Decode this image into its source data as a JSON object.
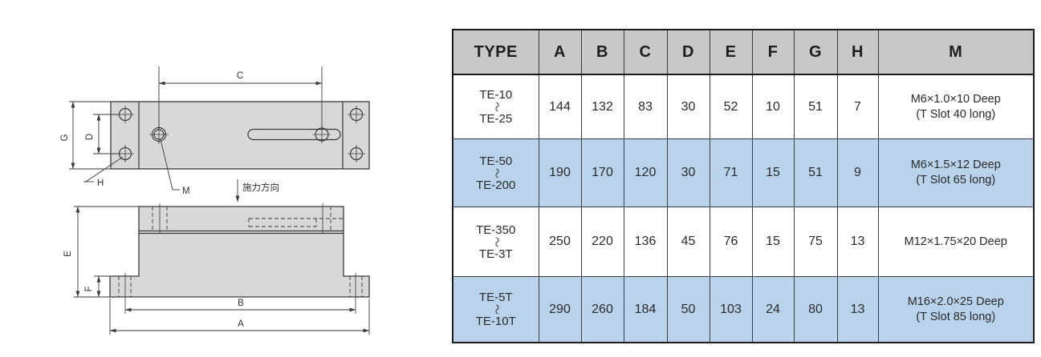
{
  "colors": {
    "row_highlight": "#bad3ec",
    "header_bg": "#c8c8c8",
    "part_fill": "#d7d8da",
    "line": "#3a3a3a"
  },
  "diagram": {
    "labels": {
      "A": "A",
      "B": "B",
      "C": "C",
      "D": "D",
      "E": "E",
      "F": "F",
      "G": "G",
      "H": "H",
      "M": "M",
      "force_direction": "施力方向"
    }
  },
  "table": {
    "tilde": "〜",
    "headers": [
      "TYPE",
      "A",
      "B",
      "C",
      "D",
      "E",
      "F",
      "G",
      "H",
      "M"
    ],
    "rows": [
      {
        "type_from": "TE-10",
        "type_to": "TE-25",
        "values": [
          "144",
          "132",
          "83",
          "30",
          "52",
          "10",
          "51",
          "7"
        ],
        "m_line1": "M6×1.0×10 Deep",
        "m_line2": "(T Slot 40 long)",
        "highlighted": false
      },
      {
        "type_from": "TE-50",
        "type_to": "TE-200",
        "values": [
          "190",
          "170",
          "120",
          "30",
          "71",
          "15",
          "51",
          "9"
        ],
        "m_line1": "M6×1.5×12 Deep",
        "m_line2": "(T Slot 65 long)",
        "highlighted": true
      },
      {
        "type_from": "TE-350",
        "type_to": "TE-3T",
        "values": [
          "250",
          "220",
          "136",
          "45",
          "76",
          "15",
          "75",
          "13"
        ],
        "m_line1": "M12×1.75×20 Deep",
        "m_line2": "",
        "highlighted": false
      },
      {
        "type_from": "TE-5T",
        "type_to": "TE-10T",
        "values": [
          "290",
          "260",
          "184",
          "50",
          "103",
          "24",
          "80",
          "13"
        ],
        "m_line1": "M16×2.0×25 Deep",
        "m_line2": "(T Slot 85 long)",
        "highlighted": true
      }
    ]
  }
}
